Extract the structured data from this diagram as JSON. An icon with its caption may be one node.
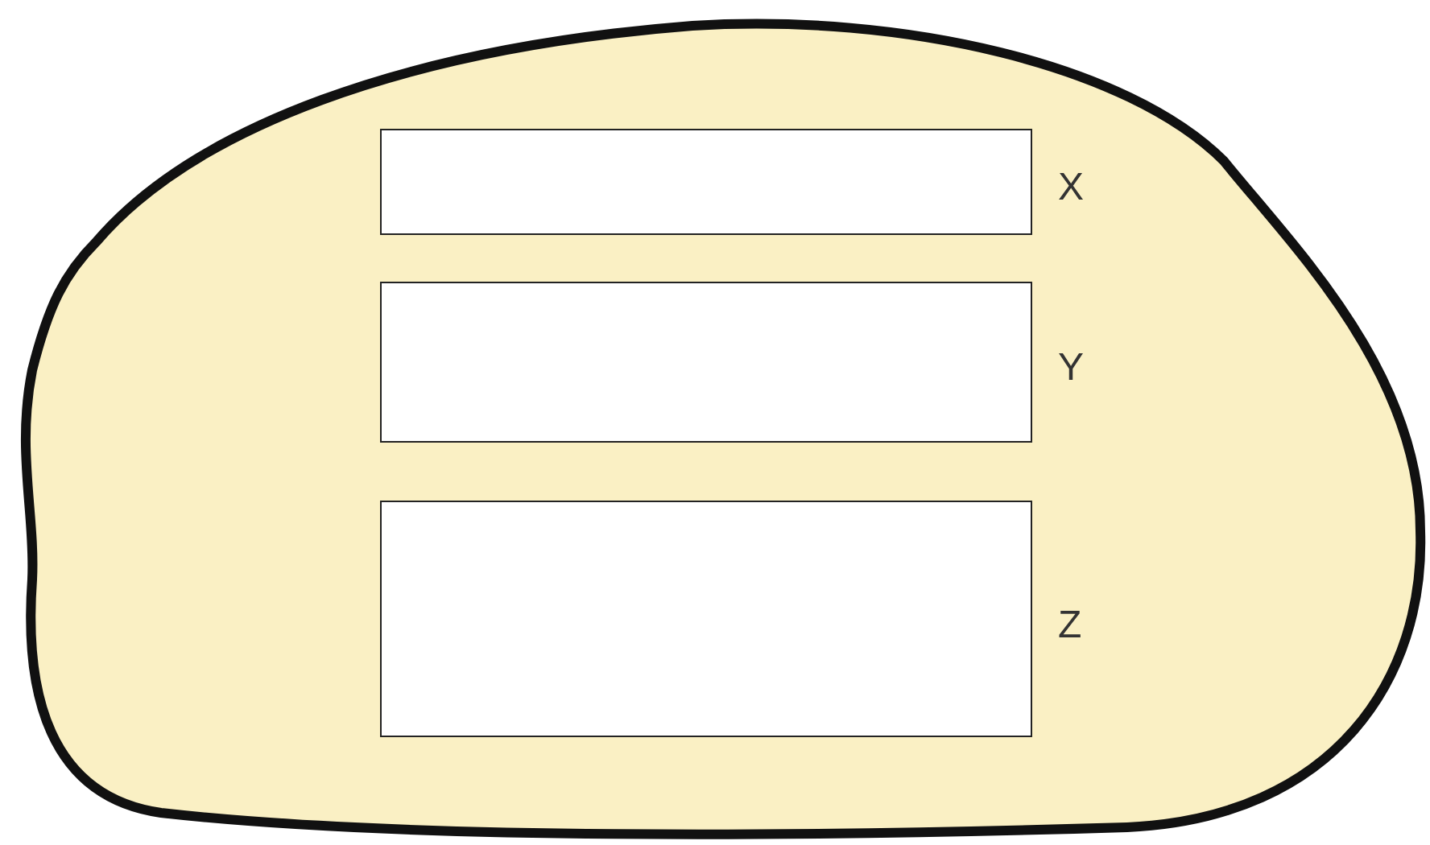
{
  "diagram": {
    "nodes": [
      {
        "text": [],
        "shape": "blob"
      },
      {
        "text": [],
        "shape": "box",
        "in": 0,
        "beside": [
          "X"
        ]
      },
      {
        "text": [],
        "shape": "box",
        "in": 0,
        "beside": [
          "Y"
        ]
      },
      {
        "text": [],
        "shape": "box",
        "in": 0,
        "beside": [
          "Z"
        ]
      }
    ]
  }
}
